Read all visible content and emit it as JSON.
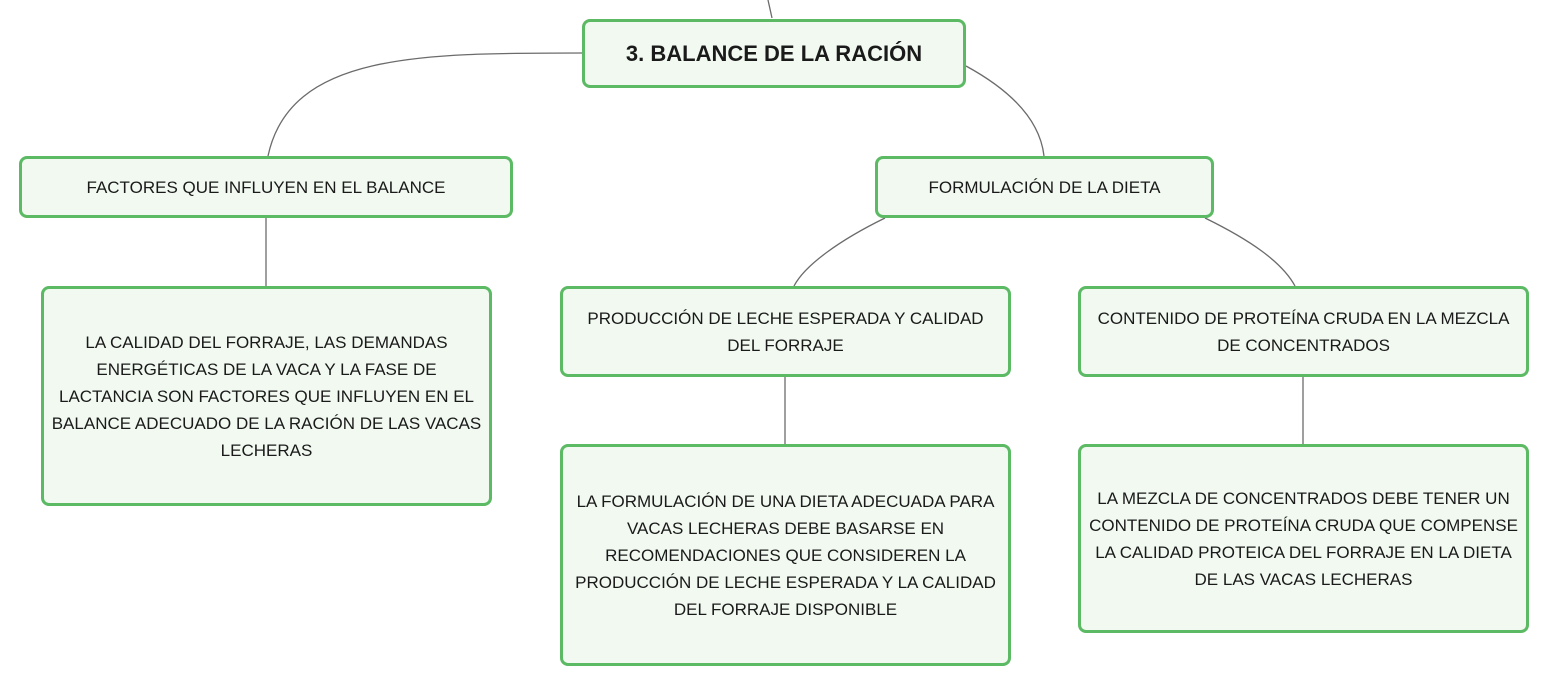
{
  "diagram": {
    "root": "3. BALANCE DE LA RACIÓN",
    "factores": {
      "title": "FACTORES QUE INFLUYEN EN EL BALANCE",
      "detail": "LA CALIDAD DEL FORRAJE, LAS DEMANDAS ENERGÉTICAS DE LA VACA Y LA FASE DE LACTANCIA SON FACTORES QUE INFLUYEN EN EL BALANCE ADECUADO DE LA RACIÓN DE LAS VACAS LECHERAS"
    },
    "formulacion": {
      "title": "FORMULACIÓN DE LA DIETA",
      "produccion": {
        "title": "PRODUCCIÓN DE LECHE ESPERADA Y CALIDAD DEL FORRAJE",
        "detail": "LA FORMULACIÓN DE UNA DIETA ADECUADA PARA VACAS LECHERAS DEBE BASARSE EN RECOMENDACIONES QUE CONSIDEREN LA PRODUCCIÓN DE LECHE ESPERADA Y LA CALIDAD DEL FORRAJE DISPONIBLE"
      },
      "proteina": {
        "title": "CONTENIDO DE PROTEÍNA CRUDA EN LA MEZCLA DE CONCENTRADOS",
        "detail": "LA MEZCLA DE CONCENTRADOS DEBE TENER UN CONTENIDO DE PROTEÍNA CRUDA QUE COMPENSE LA CALIDAD PROTEICA DEL FORRAJE EN LA DIETA DE LAS VACAS LECHERAS"
      }
    }
  }
}
